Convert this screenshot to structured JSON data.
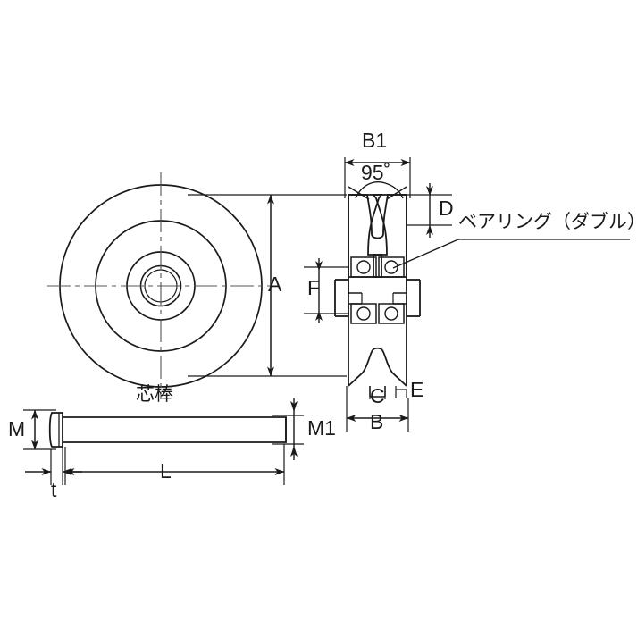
{
  "drawing": {
    "title": "V-groove sheave with double bearing — dimensioned engineering drawing",
    "background_color": "#ffffff",
    "line_color": "#1a1a1a",
    "centerline_color": "#555555",
    "views": [
      {
        "name": "front-view-wheel",
        "label": "wheel front view (concentric circles)"
      },
      {
        "name": "side-section-view",
        "label": "wheel cross-section with V groove and bearings"
      },
      {
        "name": "axle-pin-view",
        "label": "axle pin side view"
      }
    ]
  },
  "labels": {
    "diameter_a": "A",
    "width_b1": "B1",
    "width_b": "B",
    "width_c": "C",
    "height_d": "D",
    "width_e": "E",
    "height_f": "F",
    "groove_angle": "95˚",
    "bearing_note": "ベアリング（ダブル）",
    "pin_name": "芯棒",
    "pin_head_dia_m": "M",
    "pin_shaft_dia_m1": "M1",
    "pin_length_l": "L",
    "pin_head_thickness_t": "t"
  }
}
